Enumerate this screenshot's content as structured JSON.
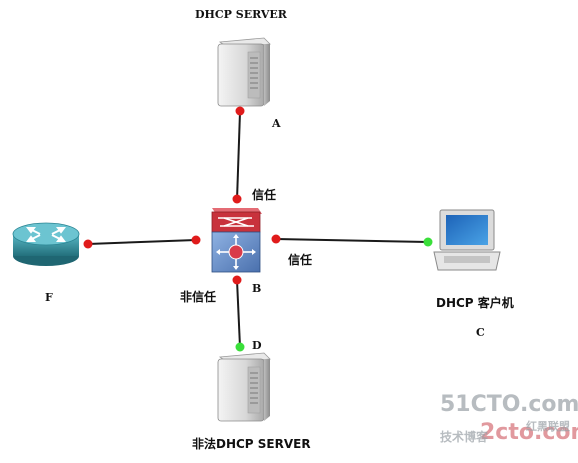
{
  "labels": {
    "server_a_title": "DHCP SERVER",
    "node_a": "A",
    "trusted_top": "信任",
    "trusted_right": "信任",
    "untrusted": "非信任",
    "node_b": "B",
    "node_f": "F",
    "client_title": "DHCP 客户机",
    "node_c": "C",
    "node_d": "D",
    "rogue_server_title": "非法DHCP SERVER"
  },
  "watermark": {
    "main": "51CTO.com",
    "second": "2cto.com",
    "small": "技术博客",
    "small2": "红黑联盟"
  },
  "colors": {
    "link": "#1a1a1a",
    "port_red": "#e01b1b",
    "port_green": "#3adf3a",
    "switch_red": "#c8323c",
    "switch_blue": "#5b86c6",
    "router_teal": "#2f8f9e"
  }
}
